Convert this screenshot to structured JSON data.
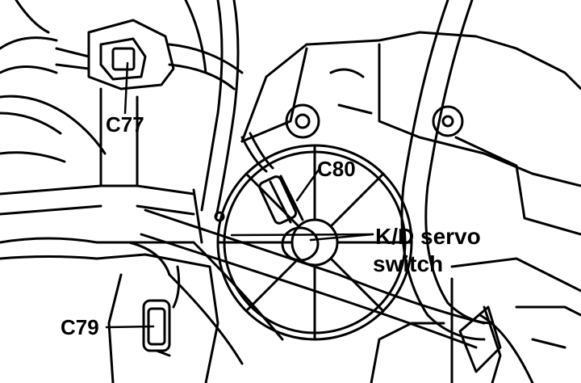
{
  "callouts": {
    "c77": "C77",
    "c80": "C80",
    "c79": "C79",
    "kd_servo_line1": "K/D servo",
    "kd_servo_line2": "switch"
  },
  "colors": {
    "ink": "#000000",
    "paper": "#ffffff"
  }
}
